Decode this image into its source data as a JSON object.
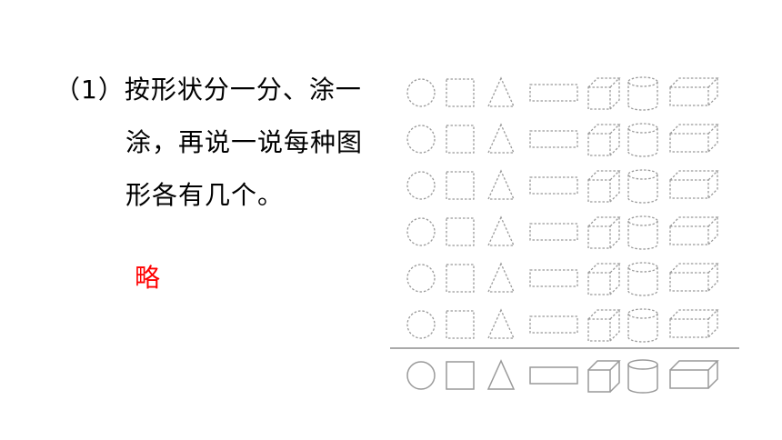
{
  "question": {
    "line1": "（1）按形状分一分、涂一",
    "line2": "涂，再说一说每种图",
    "line3": "形各有几个。"
  },
  "answer": "略",
  "shape_rows": {
    "dashed_count": 6,
    "solid_count": 1,
    "shapes": [
      "circle-icon",
      "square-icon",
      "triangle-icon",
      "rectangle-icon",
      "cube-icon",
      "cylinder-icon",
      "cuboid-icon"
    ]
  },
  "colors": {
    "text": "#000000",
    "answer": "#ff0000",
    "shape_stroke": "#999999"
  }
}
